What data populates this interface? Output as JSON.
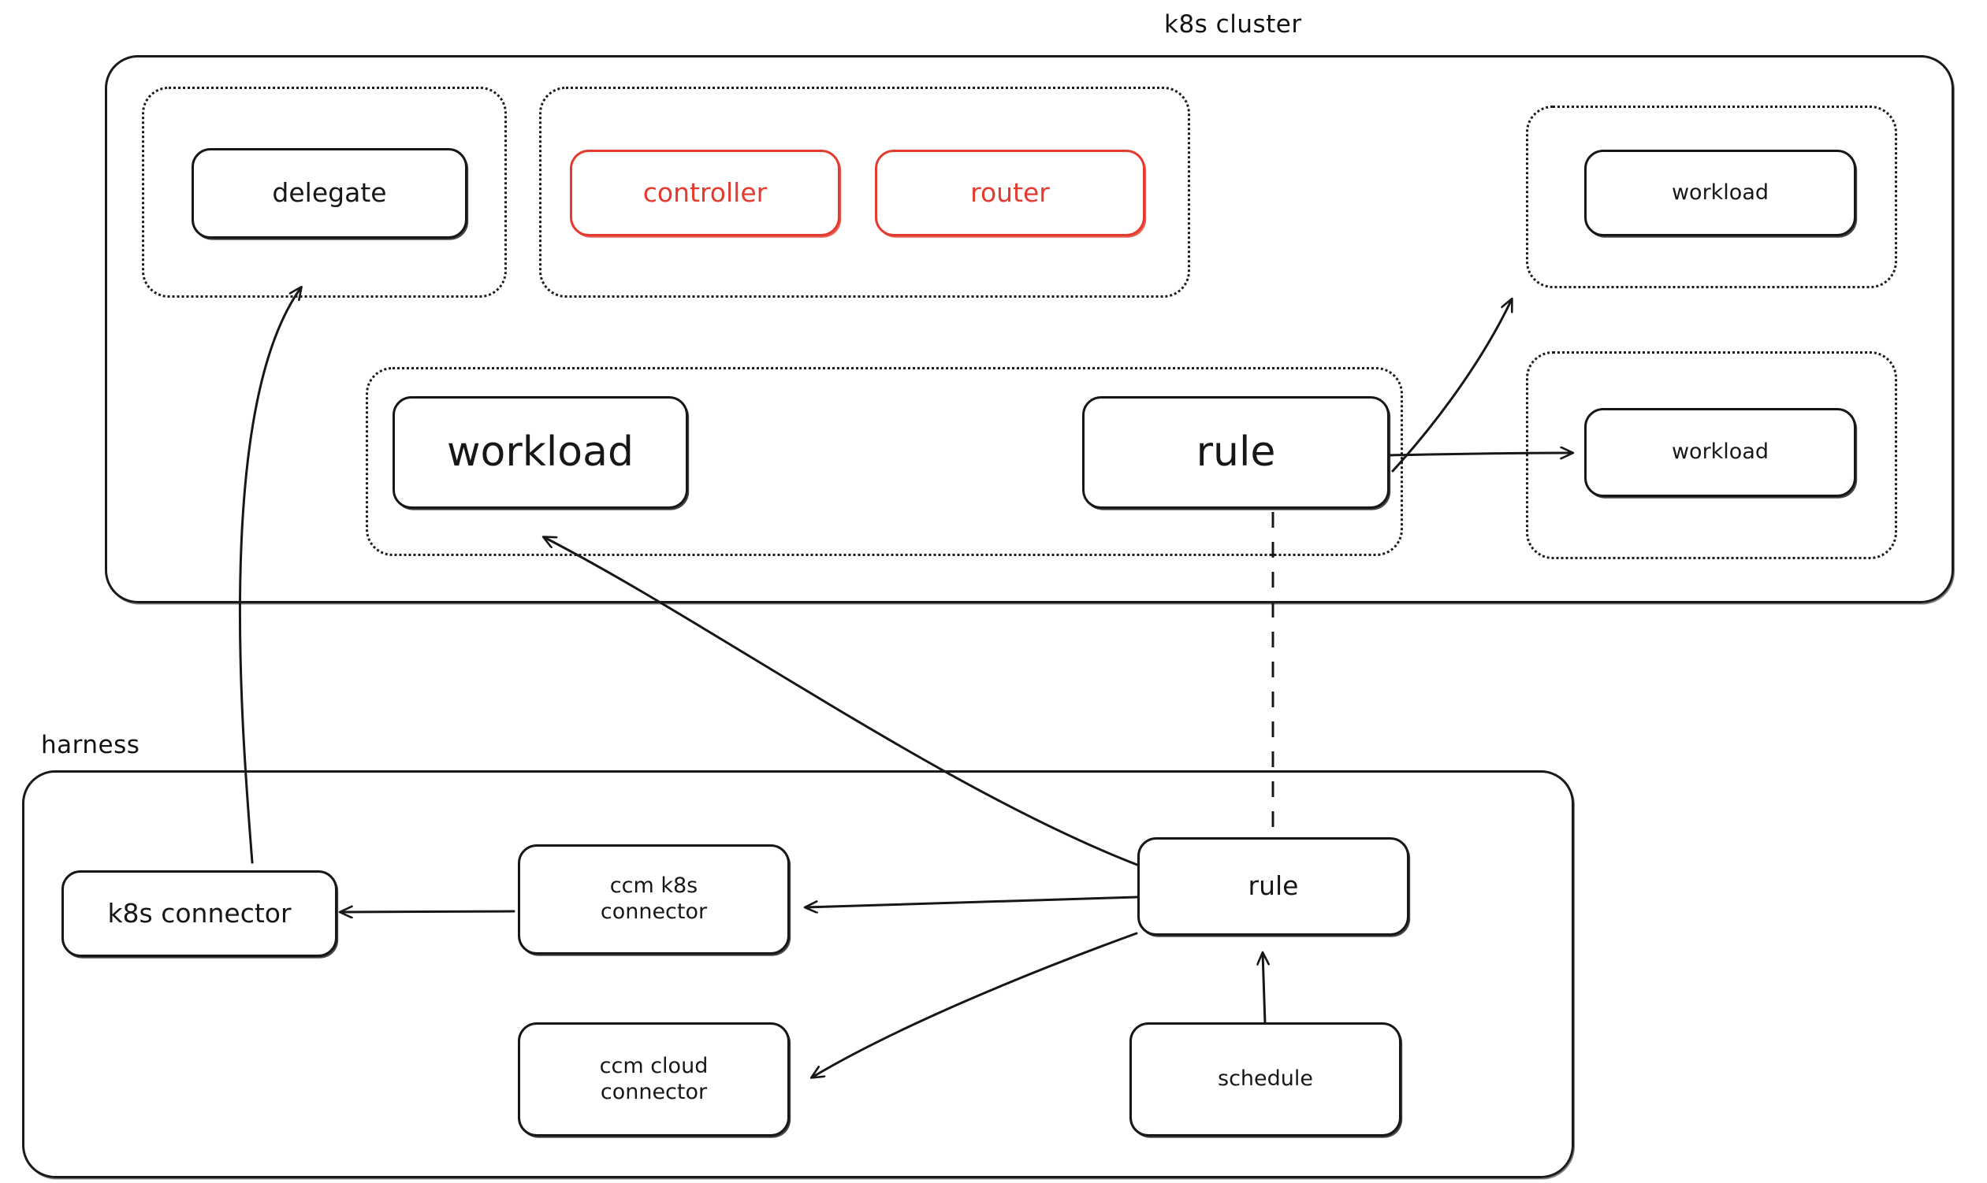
{
  "diagram": {
    "type": "architecture-diagram",
    "style": "hand-drawn sketch",
    "background": "#ffffff",
    "stroke_color": "#171717",
    "accent_color": "#e33b30"
  },
  "containers": [
    {
      "id": "k8s-cluster",
      "label": "k8s cluster",
      "border": "solid"
    },
    {
      "id": "harness",
      "label": "harness",
      "border": "solid"
    }
  ],
  "groups": [
    {
      "id": "delegate-group",
      "parent": "k8s-cluster",
      "border": "dotted"
    },
    {
      "id": "control-plane-group",
      "parent": "k8s-cluster",
      "border": "dotted"
    },
    {
      "id": "workload-group-top-right",
      "parent": "k8s-cluster",
      "border": "dotted"
    },
    {
      "id": "workload-group-bottom-right",
      "parent": "k8s-cluster",
      "border": "dotted"
    },
    {
      "id": "workload-rule-group",
      "parent": "k8s-cluster",
      "border": "dotted"
    }
  ],
  "nodes": {
    "delegate": {
      "label": "delegate",
      "color": "#171717",
      "group": "delegate-group"
    },
    "controller": {
      "label": "controller",
      "color": "#e33b30",
      "group": "control-plane-group"
    },
    "router": {
      "label": "router",
      "color": "#e33b30",
      "group": "control-plane-group"
    },
    "workload_top_right": {
      "label": "workload",
      "color": "#171717",
      "group": "workload-group-top-right"
    },
    "workload_bottom_right": {
      "label": "workload",
      "color": "#171717",
      "group": "workload-group-bottom-right"
    },
    "workload_main": {
      "label": "workload",
      "color": "#171717",
      "group": "workload-rule-group"
    },
    "rule_cluster": {
      "label": "rule",
      "color": "#171717",
      "group": "workload-rule-group"
    },
    "k8s_connector": {
      "label": "k8s connector",
      "color": "#171717",
      "group": "harness"
    },
    "ccm_k8s_connector": {
      "label": "ccm k8s\nconnector",
      "color": "#171717",
      "group": "harness"
    },
    "ccm_cloud_connector": {
      "label": "ccm cloud\nconnector",
      "color": "#171717",
      "group": "harness"
    },
    "rule_harness": {
      "label": "rule",
      "color": "#171717",
      "group": "harness"
    },
    "schedule": {
      "label": "schedule",
      "color": "#171717",
      "group": "harness"
    }
  },
  "edges": [
    {
      "from": "k8s_connector",
      "to": "delegate",
      "style": "solid",
      "arrow": "end"
    },
    {
      "from": "rule_cluster",
      "to": "workload_top_right",
      "style": "solid",
      "arrow": "end"
    },
    {
      "from": "rule_cluster",
      "to": "workload_bottom_right",
      "style": "solid",
      "arrow": "end"
    },
    {
      "from": "rule_cluster",
      "to": "rule_harness",
      "style": "dashed",
      "arrow": "none"
    },
    {
      "from": "rule_harness",
      "to": "workload_main",
      "style": "solid",
      "arrow": "end"
    },
    {
      "from": "rule_harness",
      "to": "ccm_k8s_connector",
      "style": "solid",
      "arrow": "end"
    },
    {
      "from": "rule_harness",
      "to": "ccm_cloud_connector",
      "style": "solid",
      "arrow": "end"
    },
    {
      "from": "ccm_k8s_connector",
      "to": "k8s_connector",
      "style": "solid",
      "arrow": "end"
    },
    {
      "from": "schedule",
      "to": "rule_harness",
      "style": "solid",
      "arrow": "end"
    }
  ]
}
